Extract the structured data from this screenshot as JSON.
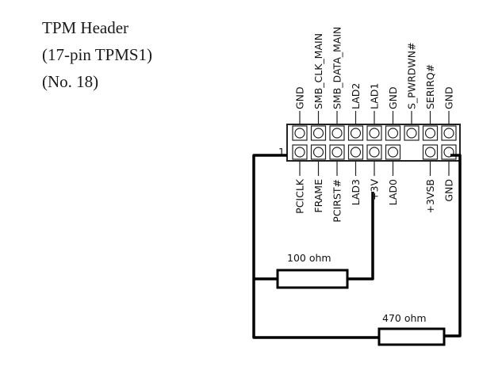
{
  "header": {
    "title": "TPM Header",
    "subtitle": "(17-pin TPMS1)",
    "number": "(No. 18)"
  },
  "top_pins": [
    "GND",
    "SMB_CLK_MAIN",
    "SMB_DATA_MAIN",
    "LAD2",
    "LAD1",
    "GND",
    "S_PWRDWN#",
    "SERIRQ#",
    "GND"
  ],
  "bottom_pins": [
    "PCICLK",
    "FRAME",
    "PCIRST#",
    "LAD3",
    "+3V",
    "LAD0",
    "",
    "+3VSB",
    "GND"
  ],
  "pin1_marker": "1",
  "resistors": {
    "r1": "100 ohm",
    "r2": "470 ohm"
  }
}
